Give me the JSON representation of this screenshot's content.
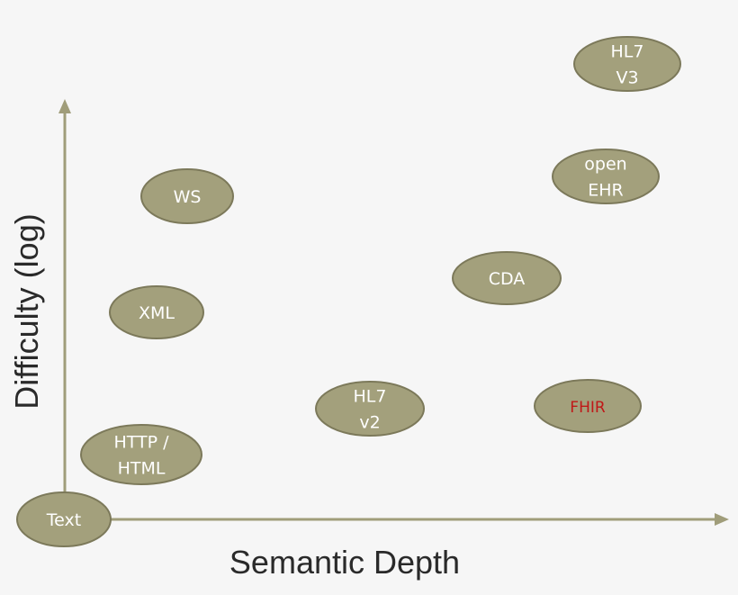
{
  "axes": {
    "x_label": "Semantic Depth",
    "y_label": "Difficulty (log)"
  },
  "colors": {
    "background": "#f6f6f6",
    "axis": "#a09d7a",
    "bubble_fill": "#a3a07c",
    "bubble_stroke": "#7c795a",
    "bubble_text": "#ffffff",
    "highlight_text": "#c01818"
  },
  "nodes": [
    {
      "id": "text",
      "lines": [
        "Text"
      ],
      "highlight": false
    },
    {
      "id": "http-html",
      "lines": [
        "HTTP /",
        "HTML"
      ],
      "highlight": false
    },
    {
      "id": "xml",
      "lines": [
        "XML"
      ],
      "highlight": false
    },
    {
      "id": "ws",
      "lines": [
        "WS"
      ],
      "highlight": false
    },
    {
      "id": "hl7-v2",
      "lines": [
        "HL7",
        "v2"
      ],
      "highlight": false
    },
    {
      "id": "cda",
      "lines": [
        "CDA"
      ],
      "highlight": false
    },
    {
      "id": "fhir",
      "lines": [
        "FHIR"
      ],
      "highlight": true
    },
    {
      "id": "openehr",
      "lines": [
        "open",
        "EHR"
      ],
      "highlight": false
    },
    {
      "id": "hl7-v3",
      "lines": [
        "HL7",
        "V3"
      ],
      "highlight": false
    }
  ]
}
